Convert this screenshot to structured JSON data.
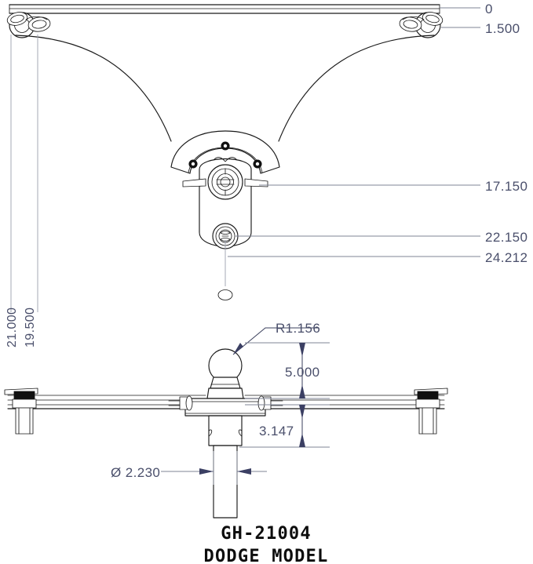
{
  "document": {
    "type": "engineering-drawing",
    "title_block": {
      "part_number": "GH-21004",
      "model_name": "DODGE MODEL"
    }
  },
  "views": {
    "top_view": {
      "name": "front-elevation-view",
      "description": "Gooseneck hitch cross-bar with curved arms and central pivot head"
    },
    "bottom_view": {
      "name": "side-elevation-view",
      "description": "Rail assembly with hitch ball, stem and end bolts"
    }
  },
  "dimensions": {
    "top_view": [
      {
        "id": "dim-0",
        "label": "0",
        "value": 0,
        "units": "in",
        "orientation": "horizontal-leader",
        "anchor": "top-right"
      },
      {
        "id": "dim-1500",
        "label": "1.500",
        "value": 1.5,
        "units": "in",
        "orientation": "horizontal-leader",
        "anchor": "top-right"
      },
      {
        "id": "dim-17150",
        "label": "17.150",
        "value": 17.15,
        "units": "in",
        "orientation": "horizontal-leader",
        "anchor": "right"
      },
      {
        "id": "dim-22150",
        "label": "22.150",
        "value": 22.15,
        "units": "in",
        "orientation": "horizontal-leader",
        "anchor": "right"
      },
      {
        "id": "dim-24212",
        "label": "24.212",
        "value": 24.212,
        "units": "in",
        "orientation": "horizontal-leader",
        "anchor": "right"
      },
      {
        "id": "dim-21000",
        "label": "21.000",
        "value": 21.0,
        "units": "in",
        "orientation": "vertical-rotated",
        "anchor": "left"
      },
      {
        "id": "dim-19500",
        "label": "19.500",
        "value": 19.5,
        "units": "in",
        "orientation": "vertical-rotated",
        "anchor": "left"
      }
    ],
    "bottom_view": [
      {
        "id": "dim-r1156",
        "label": "R1.156",
        "value": 1.156,
        "units": "in",
        "kind": "radius",
        "target": "hitch-ball"
      },
      {
        "id": "dim-5000",
        "label": "5.000",
        "value": 5.0,
        "units": "in",
        "kind": "linear",
        "orientation": "vertical"
      },
      {
        "id": "dim-3147",
        "label": "3.147",
        "value": 3.147,
        "units": "in",
        "kind": "linear",
        "orientation": "vertical"
      },
      {
        "id": "dim-2230",
        "label": "Ø 2.230",
        "value": 2.23,
        "units": "in",
        "kind": "diameter",
        "orientation": "horizontal",
        "target": "stem"
      }
    ]
  },
  "colors": {
    "outline": "#1a1a1a",
    "dimension_text": "#4a4f6b",
    "dimension_line": "#7f8496",
    "arrow": "#3b3f63",
    "background": "#ffffff",
    "title_text": "#0d0d0d"
  }
}
